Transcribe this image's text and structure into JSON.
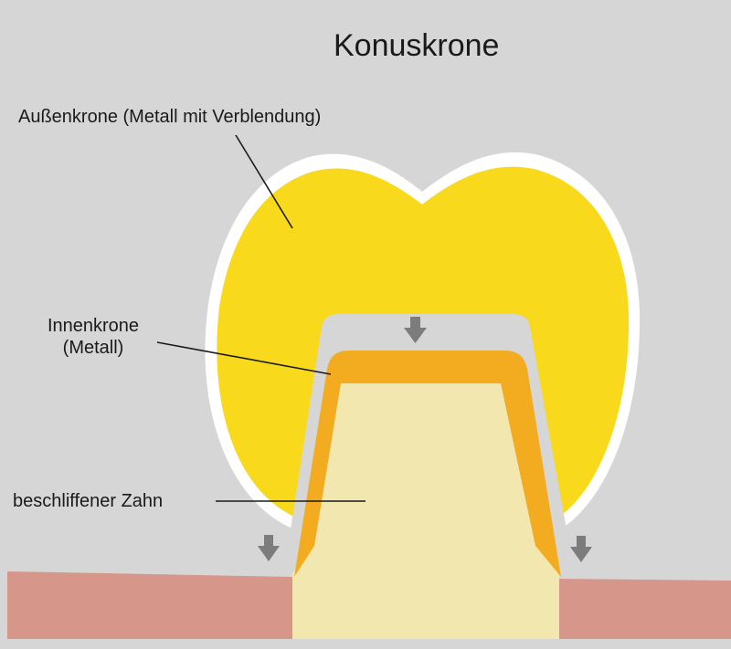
{
  "title": "Konuskrone",
  "labels": {
    "outer_crown": "Außenkrone (Metall mit Verblendung)",
    "inner_crown_line1": "Innenkrone",
    "inner_crown_line2": "(Metall)",
    "prepared_tooth": "beschliffener Zahn"
  },
  "colors": {
    "background": "#d6d6d6",
    "gum": "#d7968a",
    "outer_crown": "#f8d91c",
    "outer_crown_rim": "#ffffff",
    "inner_crown": "#f3ac1f",
    "tooth": "#f2e7ae",
    "arrow": "#7c7c7c",
    "leader_line": "#1a1a1a"
  }
}
